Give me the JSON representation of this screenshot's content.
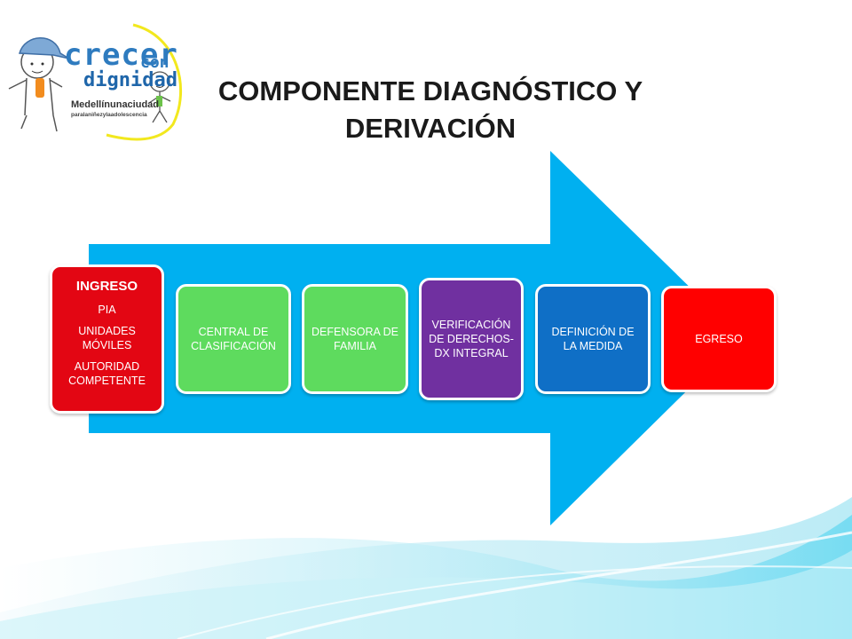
{
  "title": {
    "line1": "COMPONENTE DIAGNÓSTICO Y",
    "line2": "DERIVACIÓN"
  },
  "logo": {
    "word1": "crecer",
    "word1b": "con",
    "word2": "dignidad",
    "tagline1": "Medellínunaciudad",
    "tagline2": "paralaniñezylaadolescencia"
  },
  "steps": [
    {
      "heading": "INGRESO",
      "lines": [
        "PIA",
        "UNIDADES MÓVILES",
        "AUTORIDAD COMPETENTE"
      ],
      "color": "#e30613"
    },
    {
      "lines": [
        "CENTRAL DE CLASIFICACIÓN"
      ],
      "color": "#5edb5e"
    },
    {
      "lines": [
        "DEFENSORA DE FAMILIA"
      ],
      "color": "#5edb5e"
    },
    {
      "lines": [
        "VERIFICACIÓN DE DERECHOS-",
        "DX INTEGRAL"
      ],
      "color": "#7030a0"
    },
    {
      "lines": [
        "DEFINICIÓN DE LA MEDIDA"
      ],
      "color": "#0f6fc6"
    },
    {
      "lines": [
        "EGRESO"
      ],
      "color": "#ff0000"
    }
  ],
  "colors": {
    "arrow": "#00b0f0",
    "accent_wave": "#5ad6f0"
  }
}
